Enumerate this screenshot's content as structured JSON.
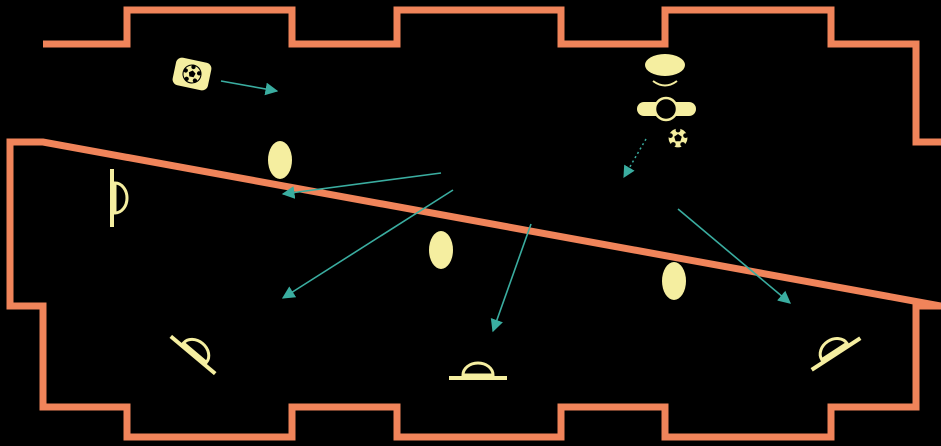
{
  "colors": {
    "background": "#000000",
    "wall": "#f0845a",
    "token": "#f5eea0",
    "arrow": "#3aada0"
  },
  "elements": {
    "court_boundary": {
      "shape": "stepped-outline"
    },
    "ball_icon": {
      "icon": "soccer-ball-icon",
      "style": "card"
    },
    "reserve_ball_icon": {
      "icon": "soccer-ball-icon",
      "style": "plain"
    },
    "players": {
      "count": 3,
      "icon": "oval-token"
    },
    "attacker": {
      "icon": "figure-with-hat"
    },
    "defender_slots": {
      "count": 4,
      "icon": "half-dome-on-bar"
    }
  },
  "arrows": {
    "solid_count": 5,
    "dotted_count": 1
  }
}
